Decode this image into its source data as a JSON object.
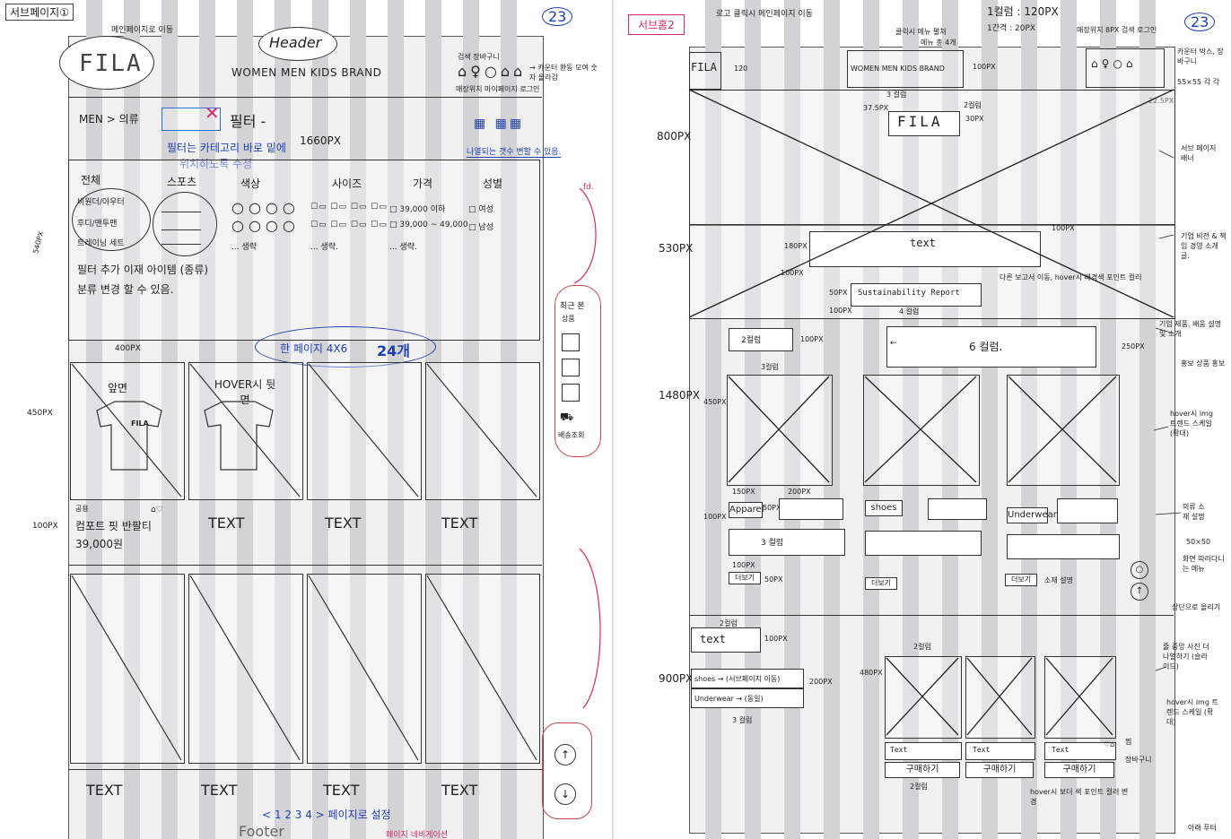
{
  "left": {
    "page_tag": "서브페이지①",
    "page_number": "23",
    "top_note": "메인페이지로 이동",
    "logo": "FILA",
    "header_label": "Header",
    "nav": "WOMEN  MEN  KIDS  BRAND",
    "util_top": "검색  장바구니",
    "util_bottom": "매장위치 마이페이지 로그인",
    "util_note": "→ 카운터 환동 모여 숫자 올라감",
    "breadcrumb": "MEN > 의류",
    "filter_label": "필터 -",
    "filter_note_1": "필터는 카테고리 바로 밑에",
    "filter_note_2": "위치하도록 수정",
    "width_note": "1660PX",
    "view_note": "나열되는 갯수 변할 수 있음.",
    "filter_height": "540PX",
    "filter_cats": [
      "전체",
      "비원더/아우터",
      "후디/맨투맨",
      "트레이닝 세트"
    ],
    "filter_desc_1": "필터 추가 이재 아이템 (종류)",
    "filter_desc_2": "분류 변경 할 수 있음.",
    "filter_heads": [
      "스포츠",
      "색상",
      "사이즈",
      "가격",
      "성별"
    ],
    "color_more": "... 생략",
    "size_more": "... 생략.",
    "price_options": [
      "□ 39,000 이하",
      "□ 39,000 ~ 49,000",
      "... 생략."
    ],
    "gender_options": [
      "□ 여성",
      "□ 남성"
    ],
    "product_width": "400PX",
    "product_height": "450PX",
    "grid_note": "한 페이지 4X6",
    "grid_note_count": "24개",
    "front_label": "앞면",
    "hover_label": "HOVER시 뒷면",
    "shirt_logo": "FILA",
    "text_height": "100PX",
    "product_cat": "공용",
    "product_name": "컴포트 핏 반팔티",
    "product_price": "39,000원",
    "text_label": "TEXT",
    "side_label": "최근 본",
    "side_label2": "상품",
    "side_bottom": "배송조회",
    "pagination": "< 1 2 3 4 > 페이지로 설정",
    "footer": "Footer",
    "footer_note": "페이지 네비게이션",
    "ann_top": "fd."
  },
  "right": {
    "page_tag": "서브홈2",
    "page_number": "23",
    "top_note": "로고 클릭시 메인페이지 이동",
    "col_note_1": "1컬럼 : 120PX",
    "col_note_2": "1간격 : 20PX",
    "nav_note": "클릭시 메뉴 펼쳐",
    "nav_note_2": "메뉴 총 4개",
    "logo": "FILA",
    "logo_size": "120",
    "nav": "WOMEN  MEN  KIDS  BRAND",
    "nav_h": "100PX",
    "icon_labels": "매장위치  8PX  검색  로그인",
    "icon_note": "카운터 박스, 장바구니",
    "icon_size": "55×55 각 각",
    "icon_gap": "22.5PX",
    "under_nav": "3 컬럼",
    "under_nav_w": "37.5PX",
    "hero_cols": "2컬럼",
    "hero_h": "30PX",
    "hero_logo": "FILA",
    "hero_height": "800PX",
    "hero_note": "서브 페이지 배너",
    "s2_height": "530PX",
    "s2_text": "text",
    "s2_w": "180PX",
    "s2_top": "100PX",
    "s2_left": "100PX",
    "s2_btn": "Sustainability Report",
    "s2_btn_note": "다른 보고서 이동, hover시 배경색 포인트 컬러",
    "s2_btn_cols": "4 컬럼",
    "s2_margin": "50PX",
    "s2_bottom": "100PX",
    "s2_note": "기업 비전 & 책임 경영 소개 글.",
    "s3_height": "1480PX",
    "s3_2col": "2컬럼",
    "s3_h": "100PX",
    "s3_6col": "6 컬럼.",
    "s3_h2": "250PX",
    "s3_note": "기업 제품, 배움 설명 및 소개",
    "s3_note2": "홍보 상품 홍보",
    "s3_3col": "3컬럼",
    "s3_img_h": "450PX",
    "s3_hover": "hover시 img 트렌드 스케일 (확대)",
    "cat_labels": [
      "Apparel",
      "shoes",
      "Underwear"
    ],
    "cat_w": "150PX",
    "cat_w2": "200PX",
    "cat_gap": "50PX",
    "cat_h": "100PX",
    "cat_row": "3 컬럼",
    "cat_note": "의류 소재 설명",
    "more": "더보기",
    "more_w": "100PX",
    "more_h": "50PX",
    "more_note": "소재 설명",
    "float_size": "50×50",
    "float_note": "화면 따라다니는 메뉴",
    "float_note2": "상단으로 올리기",
    "s4_height": "900PX",
    "s4_2col": "2컬럼",
    "s4_text": "text",
    "s4_h": "100PX",
    "s4_links": [
      "shoes → (서브페이지 이동)",
      "Underwear → (동일)"
    ],
    "s4_links_h": "200PX",
    "s4_3col": "3 컬럼",
    "s4_img_2col": "2컬럼",
    "s4_img_h": "480PX",
    "s4_note": "줄 중앙 사진 더 나열하기 (슬라이드)",
    "s4_hover": "hover시 img 트렌드 스케일 (확대)",
    "card_text": "Text",
    "card_btn": "구매하기",
    "card_cols": "2컬럼",
    "card_note": "찜",
    "card_note2": "장바구니",
    "buy_note": "hover시 보더 색 포인트 컬러 변경",
    "footer_note": "아래 푸터"
  }
}
